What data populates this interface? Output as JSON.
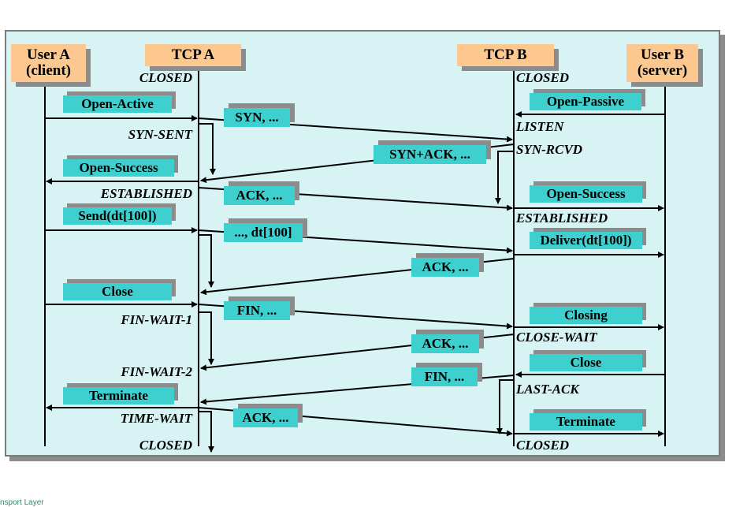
{
  "headers": {
    "user_a": "User A\n(client)",
    "tcp_a": "TCP A",
    "tcp_b": "TCP B",
    "user_b": "User B\n(server)"
  },
  "states_a": {
    "closed_top": "CLOSED",
    "syn_sent": "SYN-SENT",
    "established": "ESTABLISHED",
    "fin_wait_1": "FIN-WAIT-1",
    "fin_wait_2": "FIN-WAIT-2",
    "time_wait": "TIME-WAIT",
    "closed_bottom": "CLOSED"
  },
  "states_b": {
    "closed_top": "CLOSED",
    "listen": "LISTEN",
    "syn_rcvd": "SYN-RCVD",
    "established": "ESTABLISHED",
    "close_wait": "CLOSE-WAIT",
    "last_ack": "LAST-ACK",
    "closed_bottom": "CLOSED"
  },
  "calls_a": {
    "open_active": "Open-Active",
    "open_success": "Open-Success",
    "send": "Send(dt[100])",
    "close": "Close",
    "terminate": "Terminate"
  },
  "calls_b": {
    "open_passive": "Open-Passive",
    "open_success": "Open-Success",
    "deliver": "Deliver(dt[100])",
    "closing": "Closing",
    "close": "Close",
    "terminate": "Terminate"
  },
  "segments": {
    "syn": "SYN, ...",
    "syn_ack": "SYN+ACK, ...",
    "ack1": "ACK, ...",
    "data": "..., dt[100]",
    "ack2": "ACK, ...",
    "fin_a": "FIN, ...",
    "ack3": "ACK, ...",
    "fin_b": "FIN, ...",
    "ack4": "ACK, ..."
  },
  "footer": "nsport Layer"
}
